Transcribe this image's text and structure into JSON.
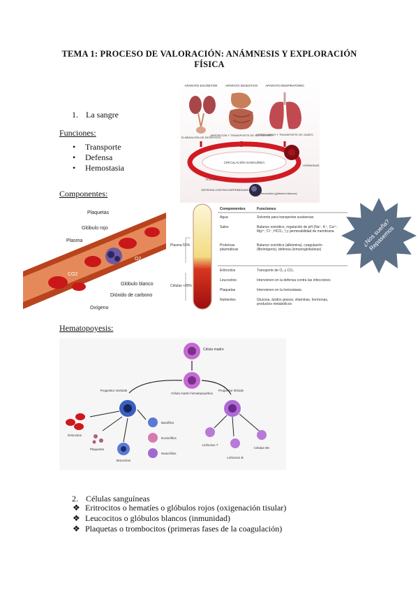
{
  "title": "TEMA 1: PROCESO DE VALORACIÓN: ANÁMNESIS Y EXPLORACIÓN FÍSICA",
  "section1": {
    "number": "1.",
    "label": "La sangre"
  },
  "funciones": {
    "heading": "Funciones:",
    "items": [
      "Transporte",
      "Defensa",
      "Hemostasia"
    ]
  },
  "componentes": {
    "heading": "Componentes:"
  },
  "hematopoyesis": {
    "heading": "Hematopoyesis:"
  },
  "section2": {
    "number": "2.",
    "label": "Células sanguíneas",
    "items": [
      "Eritrocitos o hematíes o glóbulos rojos (oxigenación tisular)",
      "Leucocitos o glóbulos blancos (inmunidad)",
      "Plaquetas o trombocitos (primeras fases de la coagulación)"
    ]
  },
  "organ_figure": {
    "labels": [
      "APARATO EXCRETOR",
      "APARATO DIGESTIVO",
      "APARATO RESPIRATORIO",
      "ELIMINACIÓN DE DESECHOS",
      "ABSORCIÓN Y TRANSPORTE DE NUTRIENTES",
      "INTERCAMBIO Y TRANSPORTE DE GASES",
      "CIRCULACIÓN SANGUÍNEA",
      "HORMONAS",
      "TEJIDOS",
      "DEFENSA CONTRA ENFERMEDADES",
      "leucocitos (glóbulos blancos)"
    ]
  },
  "vessel_figure": {
    "labels": [
      "Plaquetas",
      "Glóbulo rojo",
      "Plasma",
      "Glóbulo blanco",
      "Dióxido de carbono",
      "Oxígeno",
      "CO2",
      "O2"
    ]
  },
  "tube_table": {
    "tube_labels": [
      "Plasma 55%",
      "Células <45%"
    ],
    "headers": [
      "Componentes",
      "Funciones"
    ],
    "rows": [
      [
        "Agua",
        "Solvente para transportar sustancias"
      ],
      [
        "Sales",
        "Balance osmótico, regulación de pH (Na⁺, K⁺, Ca²⁺, Mg²⁺, Cl⁻, HCO₃⁻) y permeabilidad de membrana"
      ],
      [
        "Proteínas plasmáticas",
        "Balance osmótico (albúmina), coagulación (fibrinógeno), defensa (inmunoglobulinas)"
      ],
      [
        "Eritrocitos",
        "Transporte de O₂ y CO₂"
      ],
      [
        "Leucocitos",
        "Intervienen en la defensa contra las infecciones"
      ],
      [
        "Plaquetas",
        "Intervienen en la hemostasia"
      ],
      [
        "Nutrientes",
        "Glucosa, ácidos grasos, vitaminas, hormonas, productos metabólicos"
      ]
    ]
  },
  "badge": {
    "text": "¿Nos sueña? Repasemos",
    "color": "#5b6f86"
  },
  "hema_figure": {
    "labels": [
      "Célula madre",
      "Célula madre hematopoyética",
      "Progenitor mieloide",
      "Progenitor linfoide",
      "Eritrocitos",
      "Plaquetas",
      "Monocitos",
      "Basófilos",
      "Eosinófilos",
      "Neutrófilos",
      "Linfocitos T",
      "Linfocitos B",
      "Células NK"
    ]
  },
  "markers": {
    "bullet": "•",
    "diamond": "❖"
  },
  "colors": {
    "blood_red": "#c0161b",
    "dark_red": "#8a0a0d",
    "plasma": "#f3e08a"
  }
}
